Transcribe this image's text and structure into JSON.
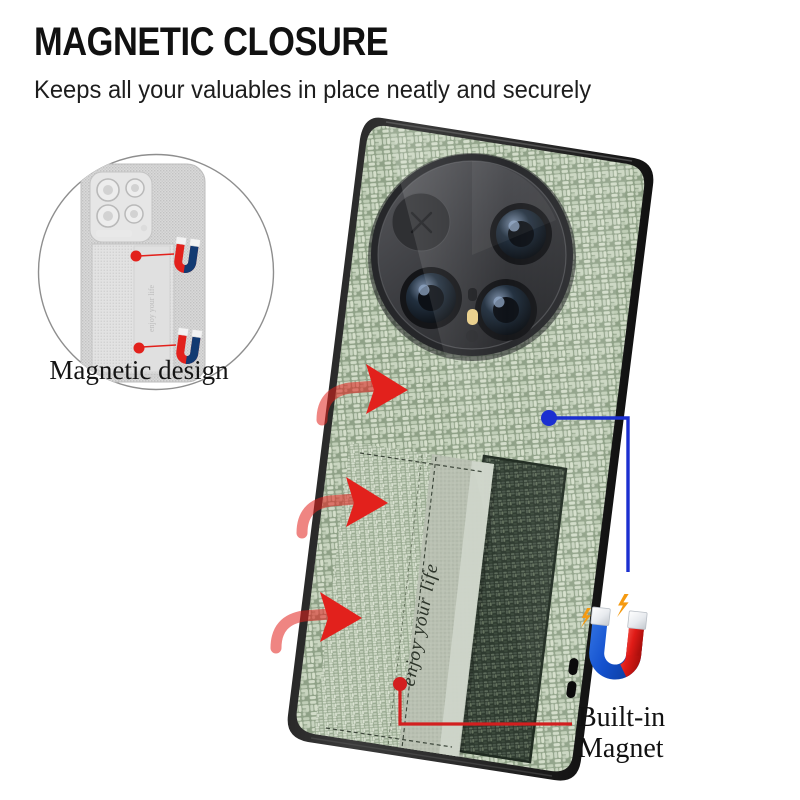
{
  "header": {
    "title": "MAGNETIC CLOSURE",
    "subtitle": "Keeps all your valuables in place neatly and securely"
  },
  "inset": {
    "caption": "Magnetic design",
    "icon_name": "circle-inset-phone-diagram",
    "magnet_icon_name": "u-magnet-icon",
    "marker_name": "magnet-marker-dot"
  },
  "product": {
    "case_label": "enjoy your life",
    "fabric_name": "woven-fabric-texture",
    "camera_name": "camera-module",
    "card_flap_name": "card-holder-flap",
    "arrow_name": "red-curved-arrow"
  },
  "callouts": [
    {
      "id": "magnet-callout",
      "line1": "Built-in",
      "line2": "Magnet",
      "icon_name": "horseshoe-magnet-icon",
      "line_color": "#d21f1f"
    },
    {
      "id": "flap-callout",
      "line_color": "#1b2fd0"
    }
  ],
  "colors": {
    "fabric_light": "#c9d5c1",
    "fabric_mid": "#9fb096",
    "fabric_dark": "#7b8f74",
    "bumper": "#231f20",
    "arrow_red": "#e2211c",
    "magnet_blue": "#1452cf",
    "magnet_red": "#e01b17",
    "magnet_tip": "#eceef0",
    "spark_orange": "#f59a10",
    "dot_blue": "#1b2fd0",
    "dot_red": "#d21f1f",
    "inset_stroke": "#8e8e8e",
    "text_dark": "#111111"
  }
}
